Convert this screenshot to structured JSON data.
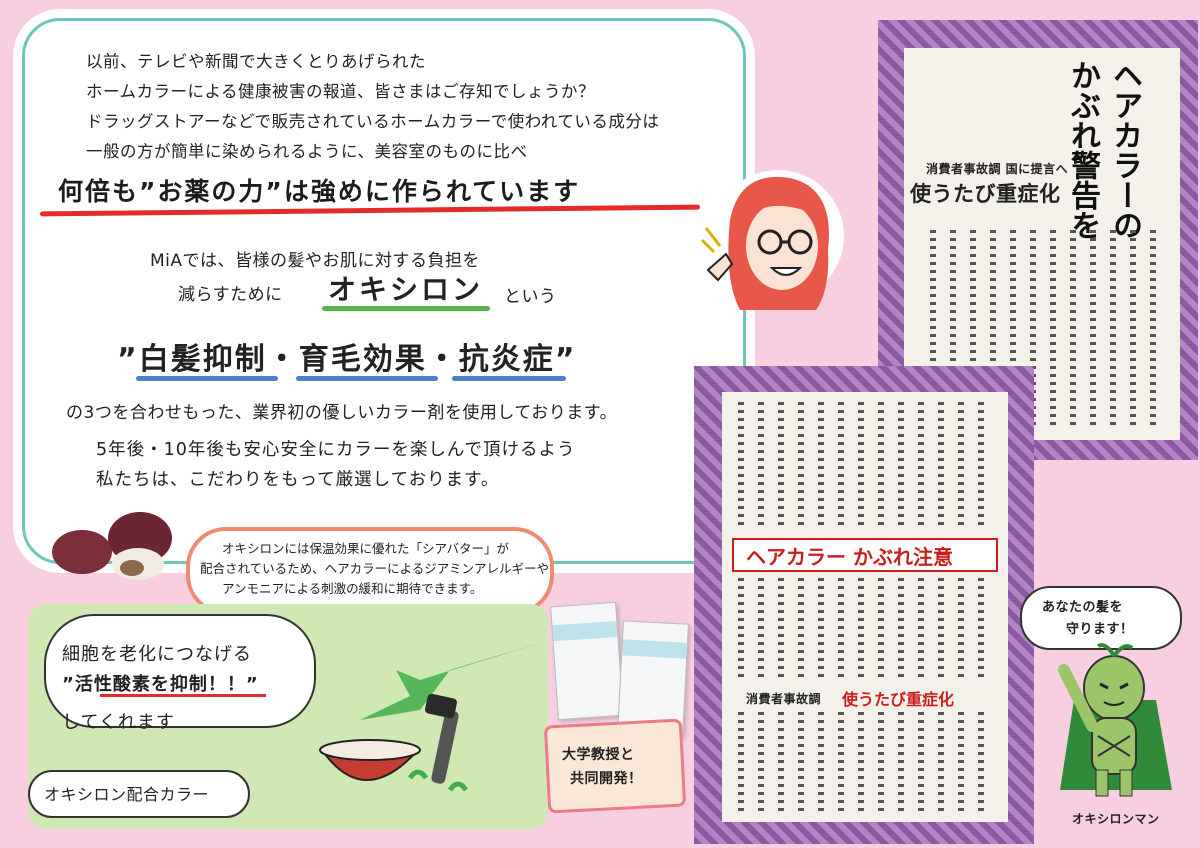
{
  "card": {
    "lines": [
      "以前、テレビや新聞で大きくとりあげられた",
      "ホームカラーによる健康被害の報道、皆さまはご存知でしょうか？",
      "ドラッグストアーなどで販売されているホームカラーで使われている成分は",
      "一般の方が簡単に染められるように、美容室のものに比べ"
    ],
    "headline": "何倍も”お薬の力”は強めに作られています",
    "mia_line": "MiAでは、皆様の髪やお肌に対する負担を",
    "reduce_prefix": "減らすために",
    "oxy_word": "オキシロン",
    "reduce_suffix": "という",
    "effects": "”白髪抑制・育毛効果・抗炎症”",
    "combined_line": "の3つを合わせもった、業界初の優しいカラー剤を使用しております。",
    "future_line1": "5年後・10年後も安心安全にカラーを楽しんで頂けるよう",
    "future_line2": "私たちは、こだわりをもって厳選しております。"
  },
  "shea": {
    "line1": "オキシロンには保温効果に優れた「シアバター」が",
    "line2": "配合されているため、ヘアカラーによるジアミンアレルギーや",
    "line3": "アンモニアによる刺激の緩和に期待できます。"
  },
  "cloud": {
    "line1": "細胞を老化につなげる",
    "line2": "”活性酸素を抑制！！”",
    "line3": "してくれます"
  },
  "label_oval": "オキシロン配合カラー",
  "professor": {
    "line1": "大学教授と",
    "line2": "共同開発！"
  },
  "news_top": {
    "title_line1": "ヘアカラーの",
    "title_line2": "かぶれ警告を",
    "subhead": "使うたび重症化",
    "kicker": "消費者事故調 国に提言へ"
  },
  "news_bottom": {
    "banner": "ヘアカラー かぶれ注意",
    "subhead": "使うたび重症化",
    "kicker": "消費者事故調"
  },
  "mascot": {
    "speech_line1": "あなたの髪を",
    "speech_line2": "守ります！",
    "name": "オキシロンマン"
  },
  "colors": {
    "background": "#f7cfe0",
    "card_border": "#6cc7b8",
    "headline_underline": "#e32b2b",
    "oxy_underline": "#55b548",
    "effects_underline": "#4a7fc6",
    "shea_border": "#f08a70",
    "green_panel": "#cfe8b4",
    "frame_purple": "#8a5aa0"
  }
}
